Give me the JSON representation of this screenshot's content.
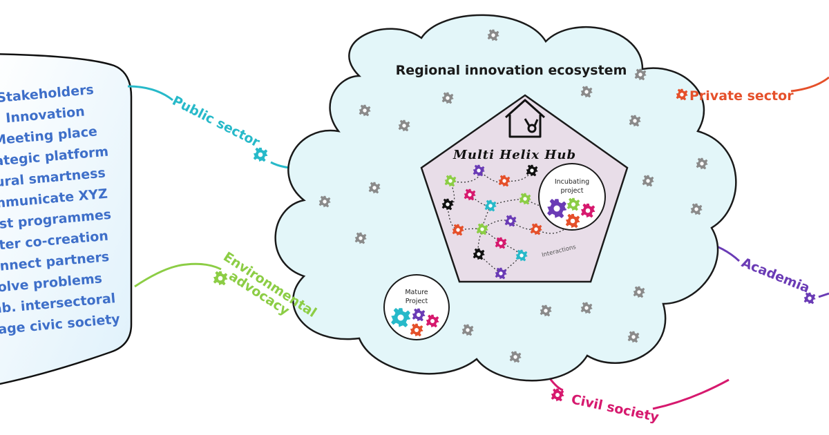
{
  "panel": {
    "items": [
      "Stakeholders",
      "Innovation",
      "Meeting place",
      "trategic platform",
      "Rural smartness",
      "ommunicate XYZ",
      "Host programmes",
      "oster co-creation",
      "Connect partners",
      "Solve problems",
      "ollab. intersectoral",
      "Engage civic society"
    ]
  },
  "ecosystem": {
    "title": "Regional innovation ecosystem"
  },
  "hub": {
    "title": "Multi Helix Hub",
    "interactions_label": "Interactions",
    "incubating_label_1": "Incubating",
    "incubating_label_2": "project",
    "mature_label_1": "Mature",
    "mature_label_2": "Project"
  },
  "sectors": {
    "public": "Public sector",
    "private": "Private sector",
    "academia": "Academia",
    "civil": "Civil society",
    "env_1": "Environmental",
    "env_2": "advocacy"
  },
  "colors": {
    "public": "#27b9c9",
    "private": "#e5502a",
    "academia": "#6a3bb5",
    "civil": "#d6196e",
    "environmental": "#8ccd45",
    "panel_text": "#3e6fc9",
    "cloud_fill": "#e3f6f9",
    "hub_fill": "#e8dde8",
    "gray_gear": "#8a8a8a"
  },
  "icons": {
    "house": "smart-home-icon",
    "gear": "gear-icon"
  }
}
